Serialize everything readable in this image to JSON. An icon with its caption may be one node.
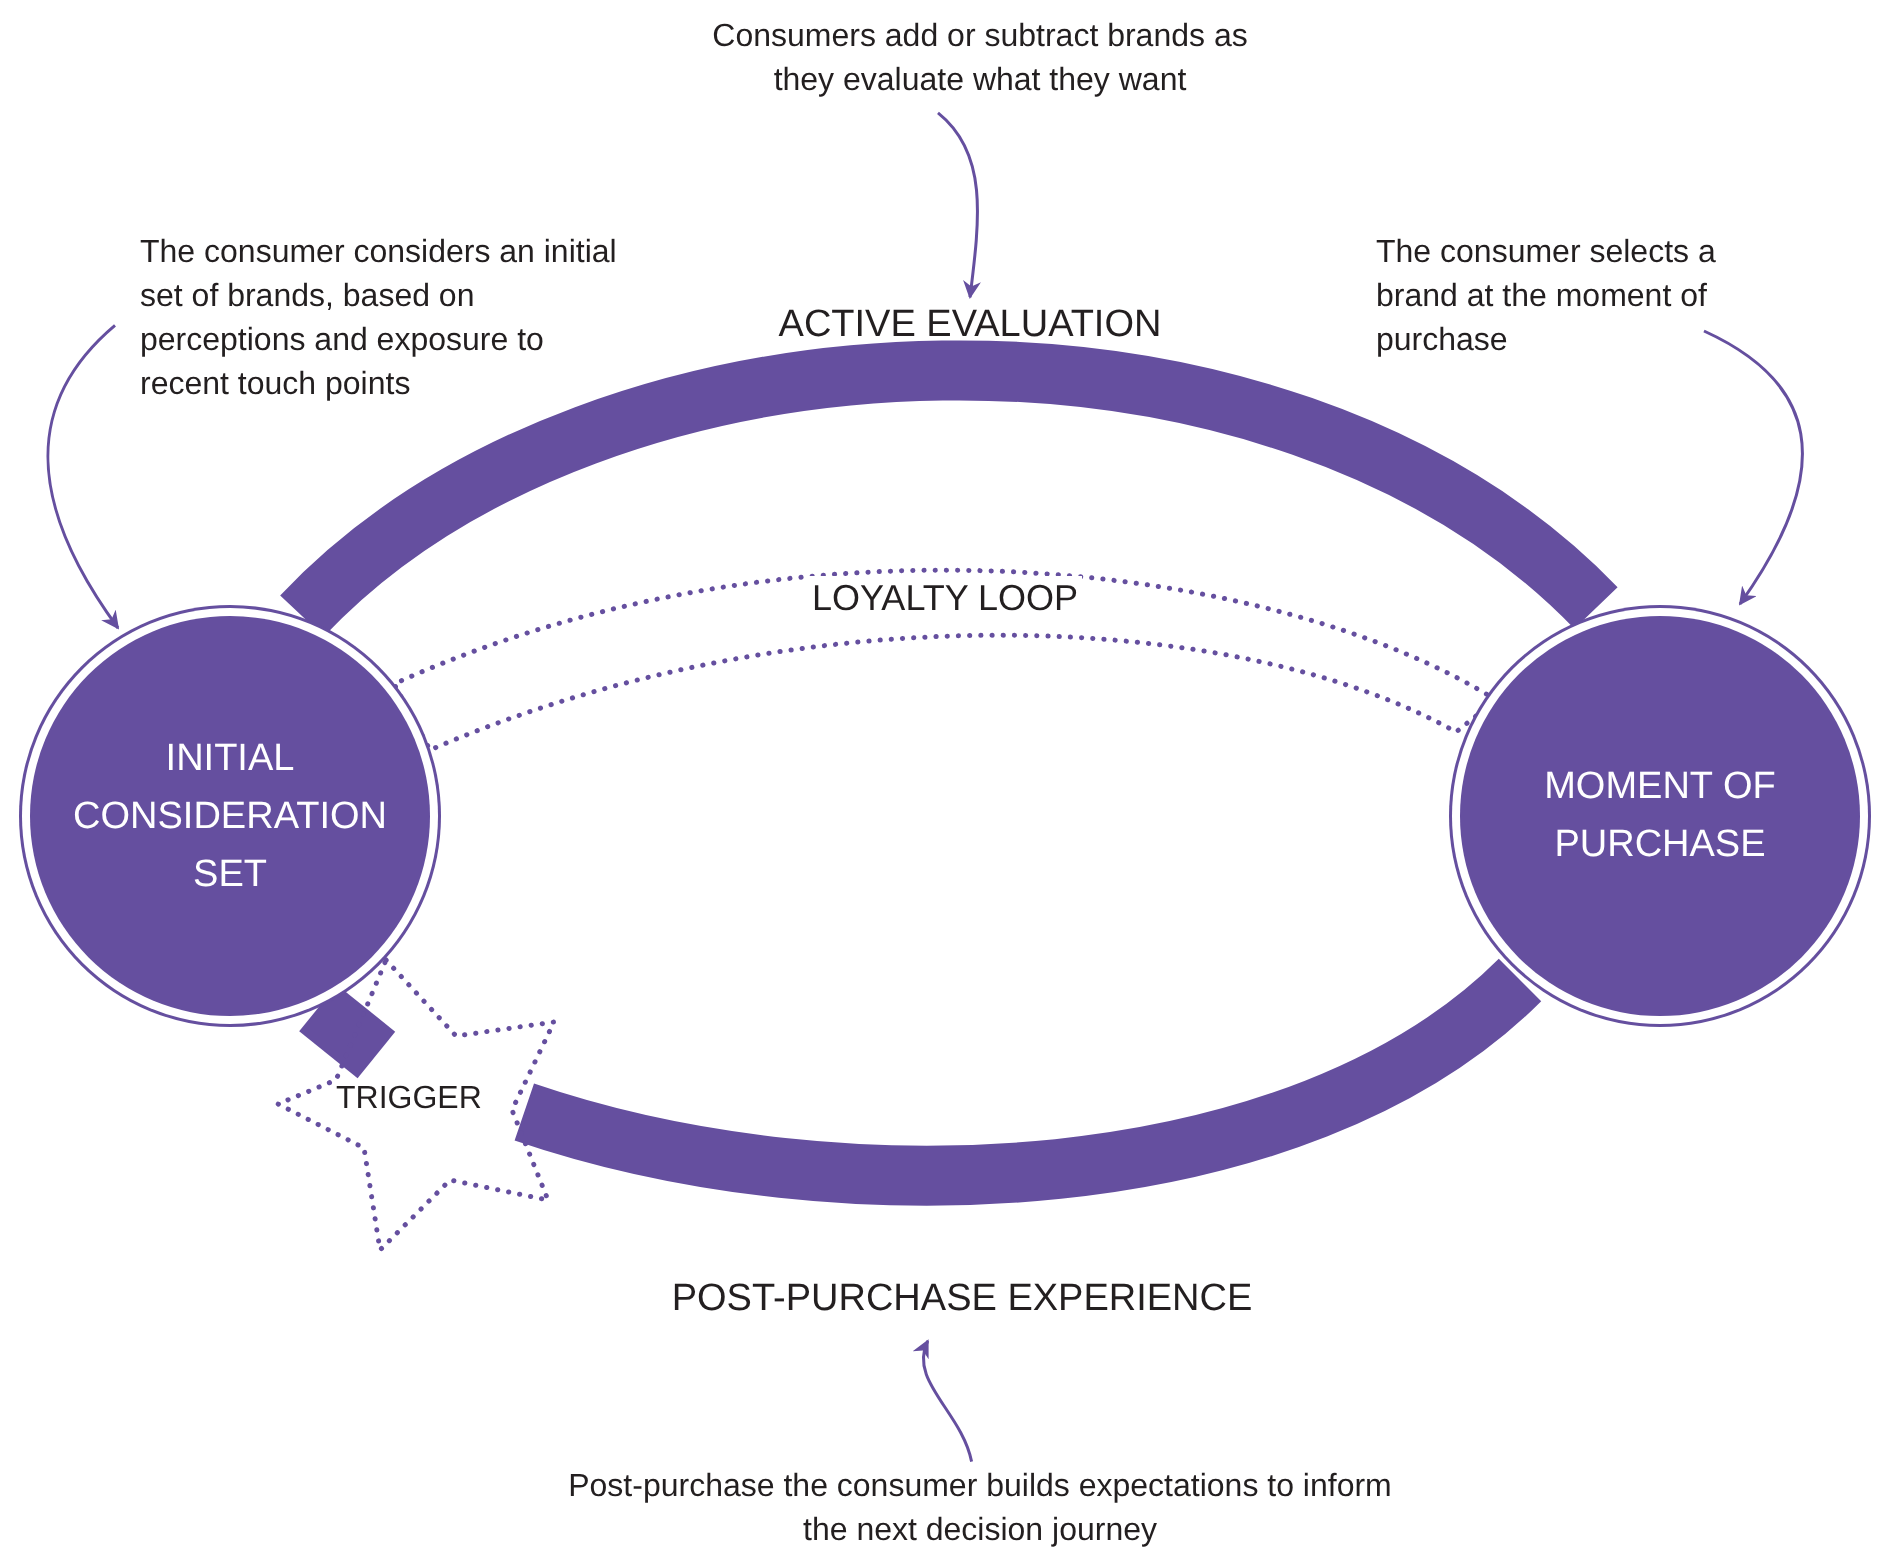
{
  "diagram": {
    "nodes": [
      {
        "text": [
          "The consumer considers an initial set of brands, based on perceptions and exposure to recent touch points"
        ]
      },
      {
        "text": [
          "Consumers add or subtract brands as they evaluate what they want"
        ]
      },
      {
        "text": [
          "ACTIVE EVALUATION"
        ]
      },
      {
        "text": [
          "The consumer selects a brand at the moment of purchase"
        ]
      },
      {
        "text": [
          "INITIAL CONSIDERATION SET"
        ]
      },
      {
        "text": [
          "MOMENT OF PURCHASE"
        ]
      },
      {
        "text": [
          "TRIGGER"
        ]
      },
      {
        "text": [
          "POST-PURCHASE EXPERIENCE"
        ]
      },
      {
        "text": [
          "Post-purchase the consumer builds expectations to inform the next decision journey"
        ]
      }
    ],
    "edges": [
      {
        "from": 0,
        "to": 4,
        "arrow": "to"
      },
      {
        "from": 1,
        "to": 2,
        "arrow": "to"
      },
      {
        "from": 3,
        "to": 5,
        "arrow": "to"
      },
      {
        "from": 8,
        "to": 7,
        "arrow": "to"
      },
      {
        "from": 4,
        "to": 5,
        "arrow": "none",
        "style": "thick"
      },
      {
        "from": 5,
        "to": 4,
        "arrow": "none",
        "style": "dashed",
        "label": "LOYALTY LOOP"
      },
      {
        "from": 5,
        "to": 6,
        "arrow": "none",
        "style": "thick"
      },
      {
        "from": 6,
        "to": 4,
        "arrow": "none",
        "style": "thick"
      }
    ]
  }
}
